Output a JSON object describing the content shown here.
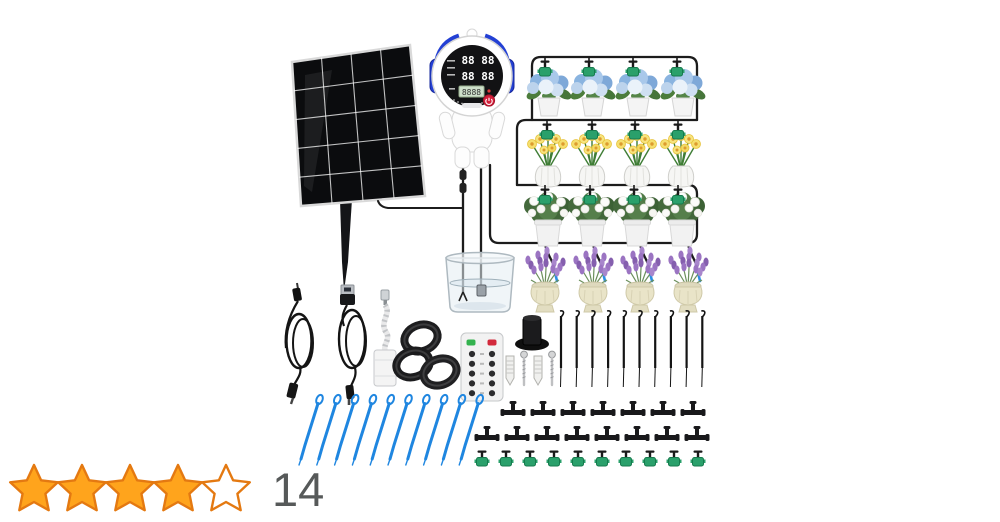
{
  "product": {
    "image_alt": "Solar automatic drip irrigation kit with astronaut-shaped timer controller, solar panel, four rows of potted flowers connected by black drip tubing, and accessories",
    "controller_display": {
      "line1": "88 88",
      "line2": "88 88",
      "lcd": "8888"
    },
    "garden_rows": [
      {
        "label": "blue hydrangea pots",
        "pot_count": 4
      },
      {
        "label": "yellow daffodil pots",
        "pot_count": 4
      },
      {
        "label": "white gardenia pots",
        "pot_count": 4
      },
      {
        "label": "purple lavender pots",
        "pot_count": 4
      }
    ],
    "accessories": {
      "dc_cable": 1,
      "usb_cable": 1,
      "flex_connector": 1,
      "tubing_coils": 3,
      "remote_control": 1,
      "remote_button_rows": 5,
      "mount_base": 1,
      "wall_anchors": 2,
      "screws": 2,
      "black_drip_stakes": 10,
      "tee_connector_rows": [
        7,
        8
      ],
      "green_drippers": 10,
      "blue_drip_stakes": 10
    },
    "colors": {
      "tubing": "#1c1c1c",
      "dripper_green": "#2aa06b",
      "stake_blue": "#1f86e0",
      "headphone_blue": "#2340d4",
      "power_button_red": "#d41f3a",
      "panel_black": "#0b0c0e"
    }
  },
  "rating": {
    "stars_filled": 4,
    "stars_total": 5,
    "review_count": "14",
    "star_fill": "#FFA41C",
    "star_stroke": "#E47911",
    "empty_star_fill": "#FFFFFF",
    "count_color": "#565959"
  }
}
